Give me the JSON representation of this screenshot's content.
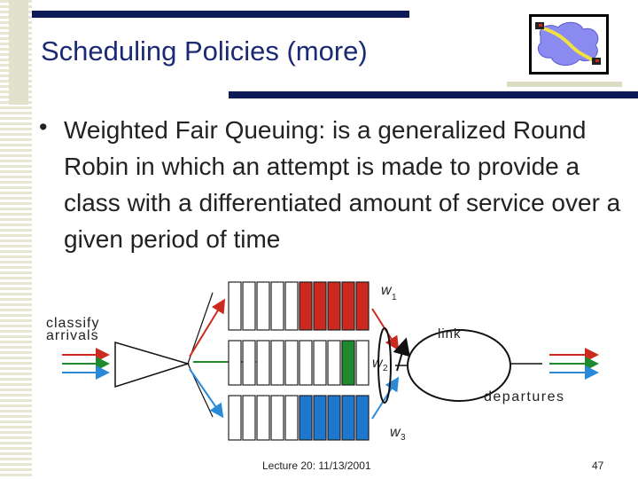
{
  "slide": {
    "title": "Scheduling Policies (more)",
    "bullet": "•",
    "body": "Weighted Fair Queuing: is a generalized Round Robin in which an attempt is made to provide a class with a differentiated amount of service over a given period of time"
  },
  "diagram": {
    "classify_label_line1": "classify",
    "classify_label_line2": "arrivals",
    "link_label": "link",
    "departures_label": "departures",
    "weight_labels": [
      "w",
      "w",
      "w"
    ],
    "weight_subscripts": [
      "1",
      "2",
      "3"
    ],
    "queue_colors": [
      "#cc2a1e",
      "#1e8a2e",
      "#1e78d0"
    ],
    "arrow_colors": [
      "#cc2a1e",
      "#1e8a2e",
      "#2a8ad8"
    ]
  },
  "footer": {
    "lecture": "Lecture 20: 11/13/2001",
    "page_number": "47"
  }
}
